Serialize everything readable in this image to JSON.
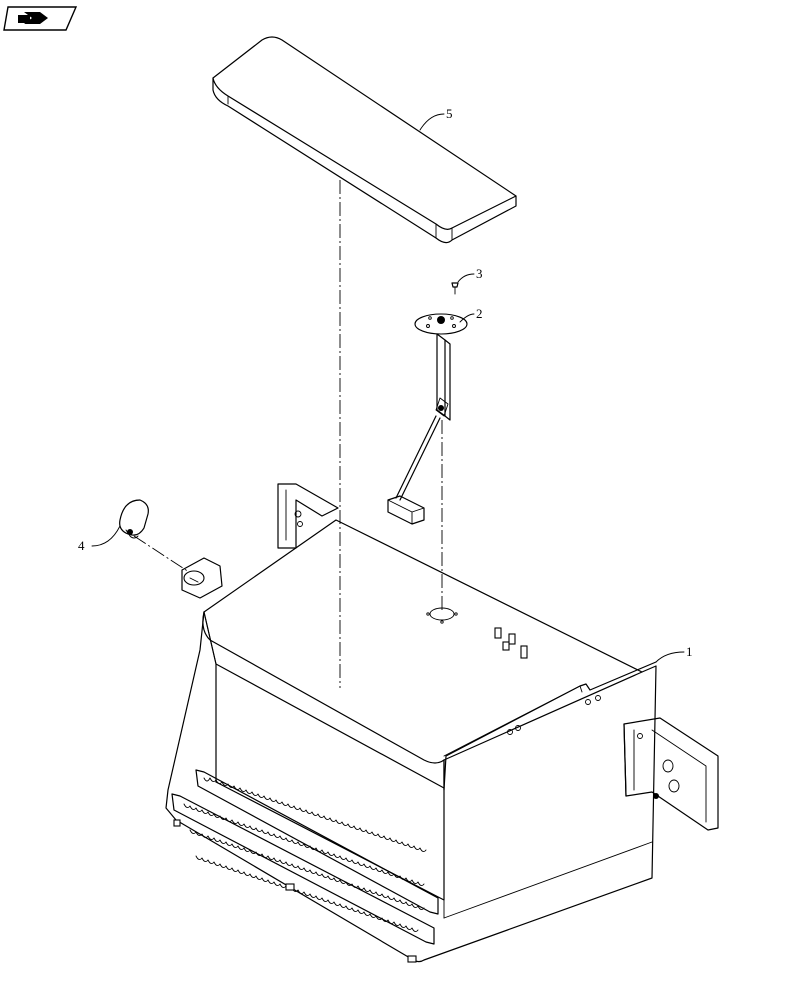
{
  "nav_icon": {
    "name": "page-navigation-arrow-icon"
  },
  "callouts": {
    "tank": "1",
    "sender": "2",
    "screw": "3",
    "cap": "4",
    "cover": "5"
  }
}
